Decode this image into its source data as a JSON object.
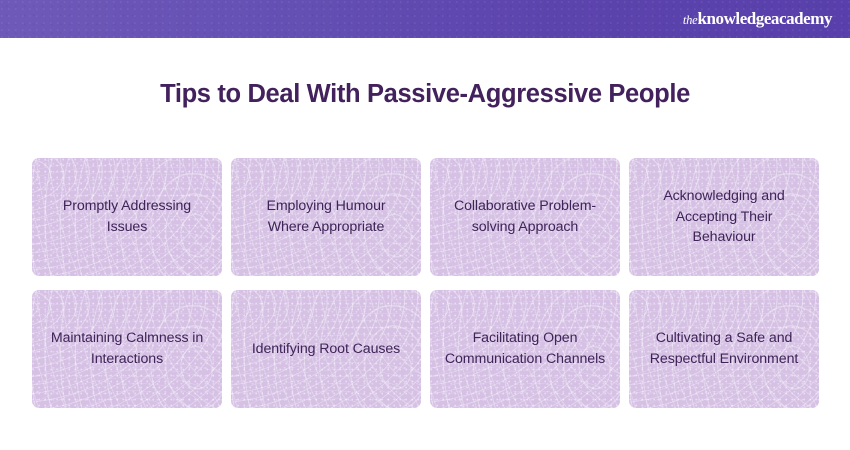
{
  "header": {
    "brand_prefix": "the",
    "brand_name": "knowledgeacademy",
    "gradient_start": "#6f59b8",
    "gradient_end": "#583fab"
  },
  "title": "Tips to Deal With Passive-Aggressive People",
  "title_color": "#42215c",
  "card_style": {
    "background": "#d6c1e5",
    "text_color": "#3e2457"
  },
  "cards": [
    {
      "label": "Promptly Addressing Issues"
    },
    {
      "label": "Employing Humour Where Appropriate"
    },
    {
      "label": "Collaborative Problem-solving Approach"
    },
    {
      "label": "Acknowledging and Accepting Their Behaviour"
    },
    {
      "label": "Maintaining Calmness in Interactions"
    },
    {
      "label": "Identifying Root Causes"
    },
    {
      "label": "Facilitating Open Communication Channels"
    },
    {
      "label": "Cultivating a Safe and Respectful Environment"
    }
  ]
}
